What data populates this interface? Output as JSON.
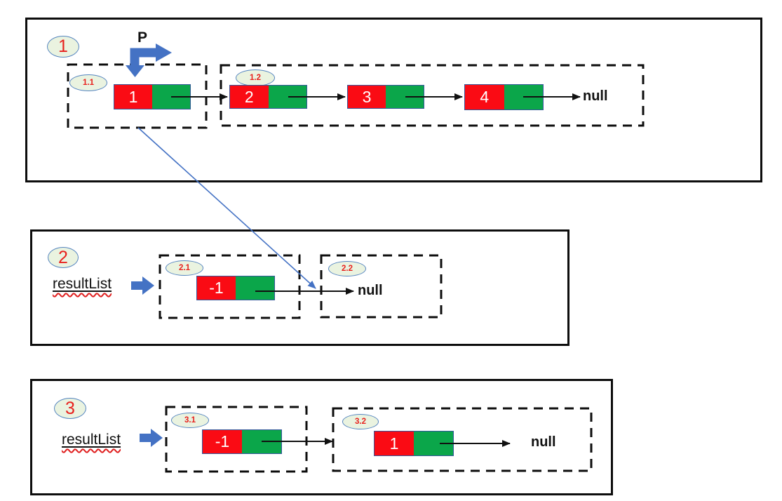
{
  "colors": {
    "node_value_bg": "#fa0b14",
    "node_pointer_bg": "#0ba64a",
    "node_border": "#35589b",
    "accent_blue": "#4472c4",
    "badge_fill": "#eaf3e0",
    "badge_border": "#5585c0",
    "badge_text": "#e8211d",
    "outline_black": "#0d0d0d"
  },
  "sections": [
    {
      "badge": "1",
      "pointer_label": "P",
      "groups": [
        {
          "badge": "1.1",
          "nodes": [
            {
              "value": "1"
            }
          ]
        },
        {
          "badge": "1.2",
          "nodes": [
            {
              "value": "2"
            },
            {
              "value": "3"
            },
            {
              "value": "4"
            }
          ],
          "terminal": "null"
        }
      ]
    },
    {
      "badge": "2",
      "var_label": "resultList",
      "groups": [
        {
          "badge": "2.1",
          "nodes": [
            {
              "value": "-1"
            }
          ]
        },
        {
          "badge": "2.2",
          "terminal": "null"
        }
      ]
    },
    {
      "badge": "3",
      "var_label": "resultList",
      "groups": [
        {
          "badge": "3.1",
          "nodes": [
            {
              "value": "-1"
            }
          ]
        },
        {
          "badge": "3.2",
          "nodes": [
            {
              "value": "1"
            }
          ],
          "terminal": "null"
        }
      ]
    }
  ]
}
